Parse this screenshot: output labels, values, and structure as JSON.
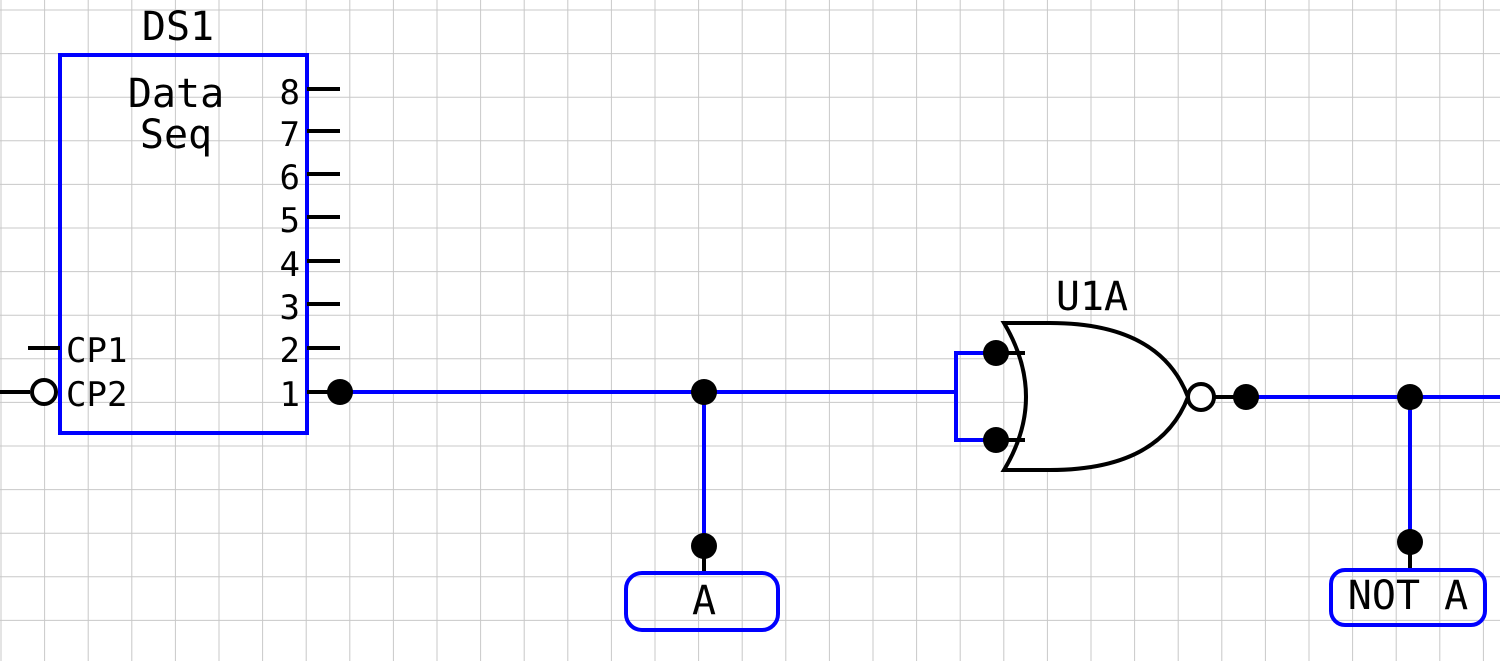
{
  "schematic": {
    "colors": {
      "wire": "#0000ff",
      "pin": "#000000",
      "grid": "#c8c8c8",
      "background": "#ffffff"
    },
    "ds1": {
      "ref": "DS1",
      "title_line1": "Data",
      "title_line2": "Seq",
      "pins": [
        "8",
        "7",
        "6",
        "5",
        "4",
        "3",
        "2",
        "1"
      ],
      "cp1": "CP1",
      "cp2": "CP2"
    },
    "u1a": {
      "ref": "U1A",
      "gate_type": "NOR"
    },
    "net_labels": {
      "a": "A",
      "not_a": "NOT A"
    }
  }
}
